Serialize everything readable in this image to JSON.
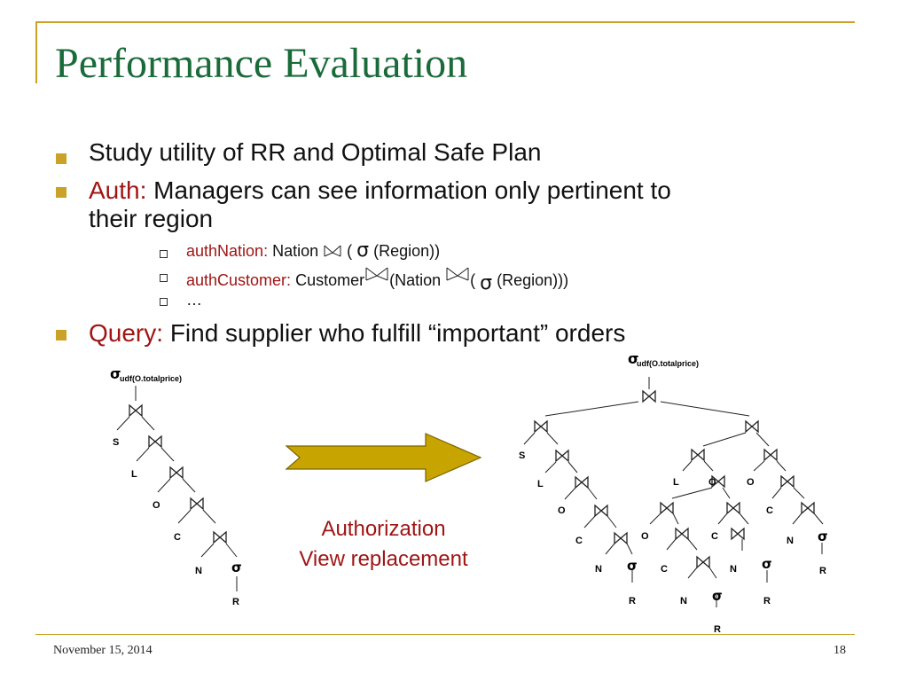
{
  "slide": {
    "title": "Performance Evaluation",
    "footer_date": "November 15, 2014",
    "page_number": "18"
  },
  "bullets": [
    {
      "text": "Study utility of RR and Optimal Safe Plan"
    },
    {
      "label": "Auth:",
      "text": "Managers can see information only pertinent to",
      "text_cont": "their region"
    },
    {
      "label": "Query:",
      "text": "Find supplier who fulfill “important” orders"
    }
  ],
  "sub_bullets": {
    "auth_nation": {
      "label": "authNation:",
      "rel": "Nation",
      "open": "(",
      "sigma": "σ",
      "arg": "(Region))"
    },
    "auth_customer": {
      "label": "authCustomer:",
      "rel": "Customer",
      "mid": "(Nation",
      "open": "(",
      "sigma": "σ",
      "arg": "(Region)))"
    },
    "more": "…"
  },
  "caption": {
    "line1": "Authorization",
    "line2": "View replacement"
  },
  "colors": {
    "accent": "#c9a227",
    "title": "#1a6b3a",
    "highlight": "#a01515",
    "arrow": "#c8a400"
  },
  "icons": {
    "join": "bowtie-join-icon",
    "select": "sigma-select-icon",
    "bullet": "square-bullet-icon"
  },
  "tree": {
    "sigma": "σ",
    "udf": "udf(O.totalprice)",
    "S": "S",
    "L": "L",
    "O": "O",
    "C": "C",
    "N": "N",
    "R": "R"
  }
}
